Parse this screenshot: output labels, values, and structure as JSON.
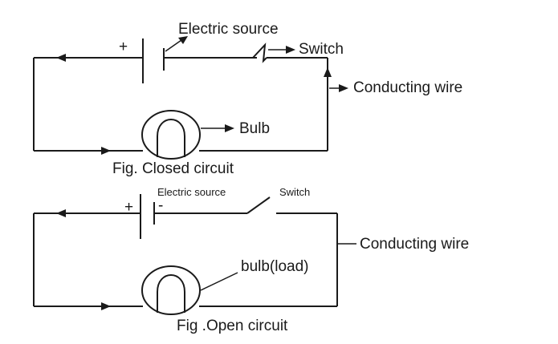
{
  "closed_circuit": {
    "caption": "Fig. Closed circuit",
    "labels": {
      "electric_source": "Electric source",
      "switch": "Switch",
      "conducting_wire": "Conducting wire",
      "bulb": "Bulb",
      "plus": "+"
    }
  },
  "open_circuit": {
    "caption": "Fig .Open circuit",
    "labels": {
      "electric_source": "Electric source",
      "switch": "Switch",
      "conducting_wire": "Conducting wire",
      "bulb": "bulb(load)",
      "plus": "+",
      "minus": "-"
    }
  }
}
